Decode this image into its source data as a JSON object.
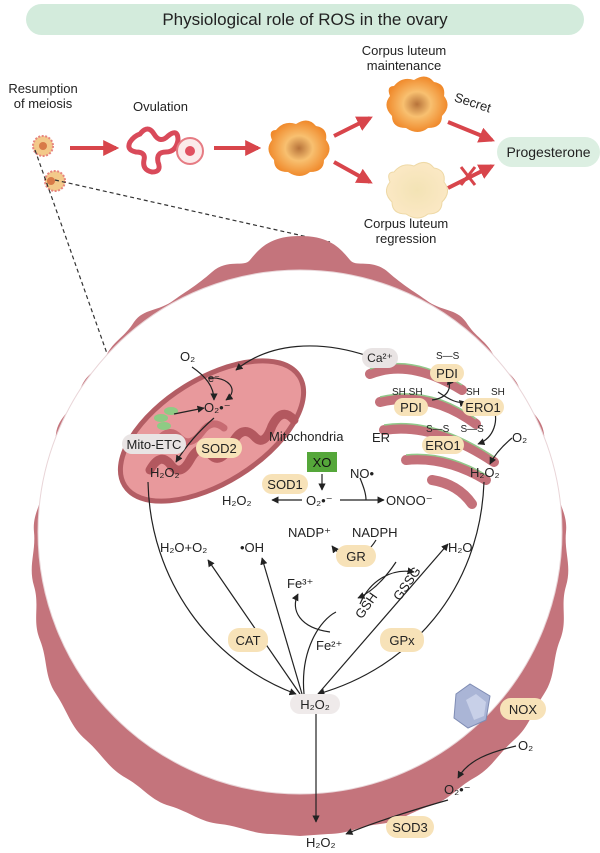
{
  "title": "Physiological role of ROS in the ovary",
  "stages": {
    "resumption": "Resumption\nof meiosis",
    "ovulation": "Ovulation",
    "cl_maintenance": "Corpus luteum\nmaintenance",
    "cl_regression": "Corpus luteum\nregression",
    "secret": "Secret",
    "progesterone": "Progesterone"
  },
  "cell": {
    "mitochondria": "Mitochondria",
    "er": "ER",
    "mito_etc": "Mito-ETC",
    "electron": "e⁻",
    "ca": "Ca²⁺",
    "sh_sh_1": "SH SH",
    "sh_sh_2": "SH    SH",
    "s_s_1": "S—S",
    "s_s_2": "S—S    S—S"
  },
  "enzymes": {
    "sod2": "SOD2",
    "sod1": "SOD1",
    "sod3": "SOD3",
    "xo": "XO",
    "gr": "GR",
    "cat": "CAT",
    "gpx": "GPx",
    "nox": "NOX",
    "pdi_top": "PDI",
    "pdi_mid": "PDI",
    "ero1_mid": "ERO1",
    "ero1_low": "ERO1"
  },
  "species": {
    "o2_mito": "O₂",
    "o2_superoxide_mito": "O₂•⁻",
    "h2o2_mito": "H₂O₂",
    "h2o2_cyto": "H₂O₂",
    "o2_superoxide_cyto": "O₂•⁻",
    "no": "NO•",
    "onoo": "ONOO⁻",
    "h2o_o2": "H₂O+O₂",
    "oh": "•OH",
    "fe3": "Fe³⁺",
    "fe2": "Fe²⁺",
    "nadp": "NADP⁺",
    "nadph": "NADPH",
    "gssg": "GSSG",
    "gsh": "GSH",
    "h2o": "H₂O",
    "h2o2_er": "H₂O₂",
    "o2_er": "O₂",
    "h2o2_center": "H₂O₂",
    "o2_nox": "O₂",
    "o2_superoxide_nox": "O₂•⁻",
    "h2o2_bottom": "H₂O₂"
  },
  "colors": {
    "title_bg": "#d3ebdc",
    "cell_membrane": "#bf6f77",
    "mito_fill": "#e28b8f",
    "er": "#c4717a",
    "enzyme_pill": "#f7e2b8",
    "xo_box": "#55a73a",
    "arrow_red": "#d8454b"
  }
}
